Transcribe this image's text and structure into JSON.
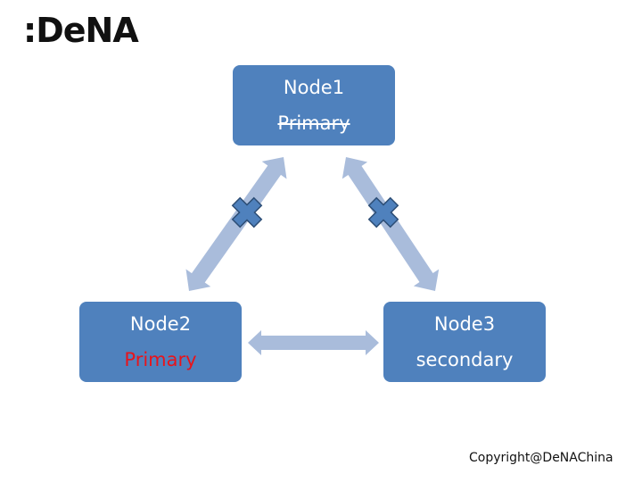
{
  "logo": {
    "text": ":DeNA"
  },
  "nodes": [
    {
      "name": "Node1",
      "role": "Primary",
      "role_state": "struck-through"
    },
    {
      "name": "Node2",
      "role": "Primary",
      "role_state": "highlighted-red"
    },
    {
      "name": "Node3",
      "role": "secondary",
      "role_state": "normal"
    }
  ],
  "links": [
    {
      "from": "Node1",
      "to": "Node2",
      "status": "broken",
      "icon": "x-cross-icon"
    },
    {
      "from": "Node1",
      "to": "Node3",
      "status": "broken",
      "icon": "x-cross-icon"
    },
    {
      "from": "Node2",
      "to": "Node3",
      "status": "connected"
    }
  ],
  "colors": {
    "node_fill": "#4f81bd",
    "arrow_fill": "#a9bcdb",
    "cross_fill": "#4f81bd",
    "cross_stroke": "#2c4d75",
    "primary_highlight": "#e8141b"
  },
  "footer": {
    "copyright": "Copyright@DeNAChina"
  }
}
